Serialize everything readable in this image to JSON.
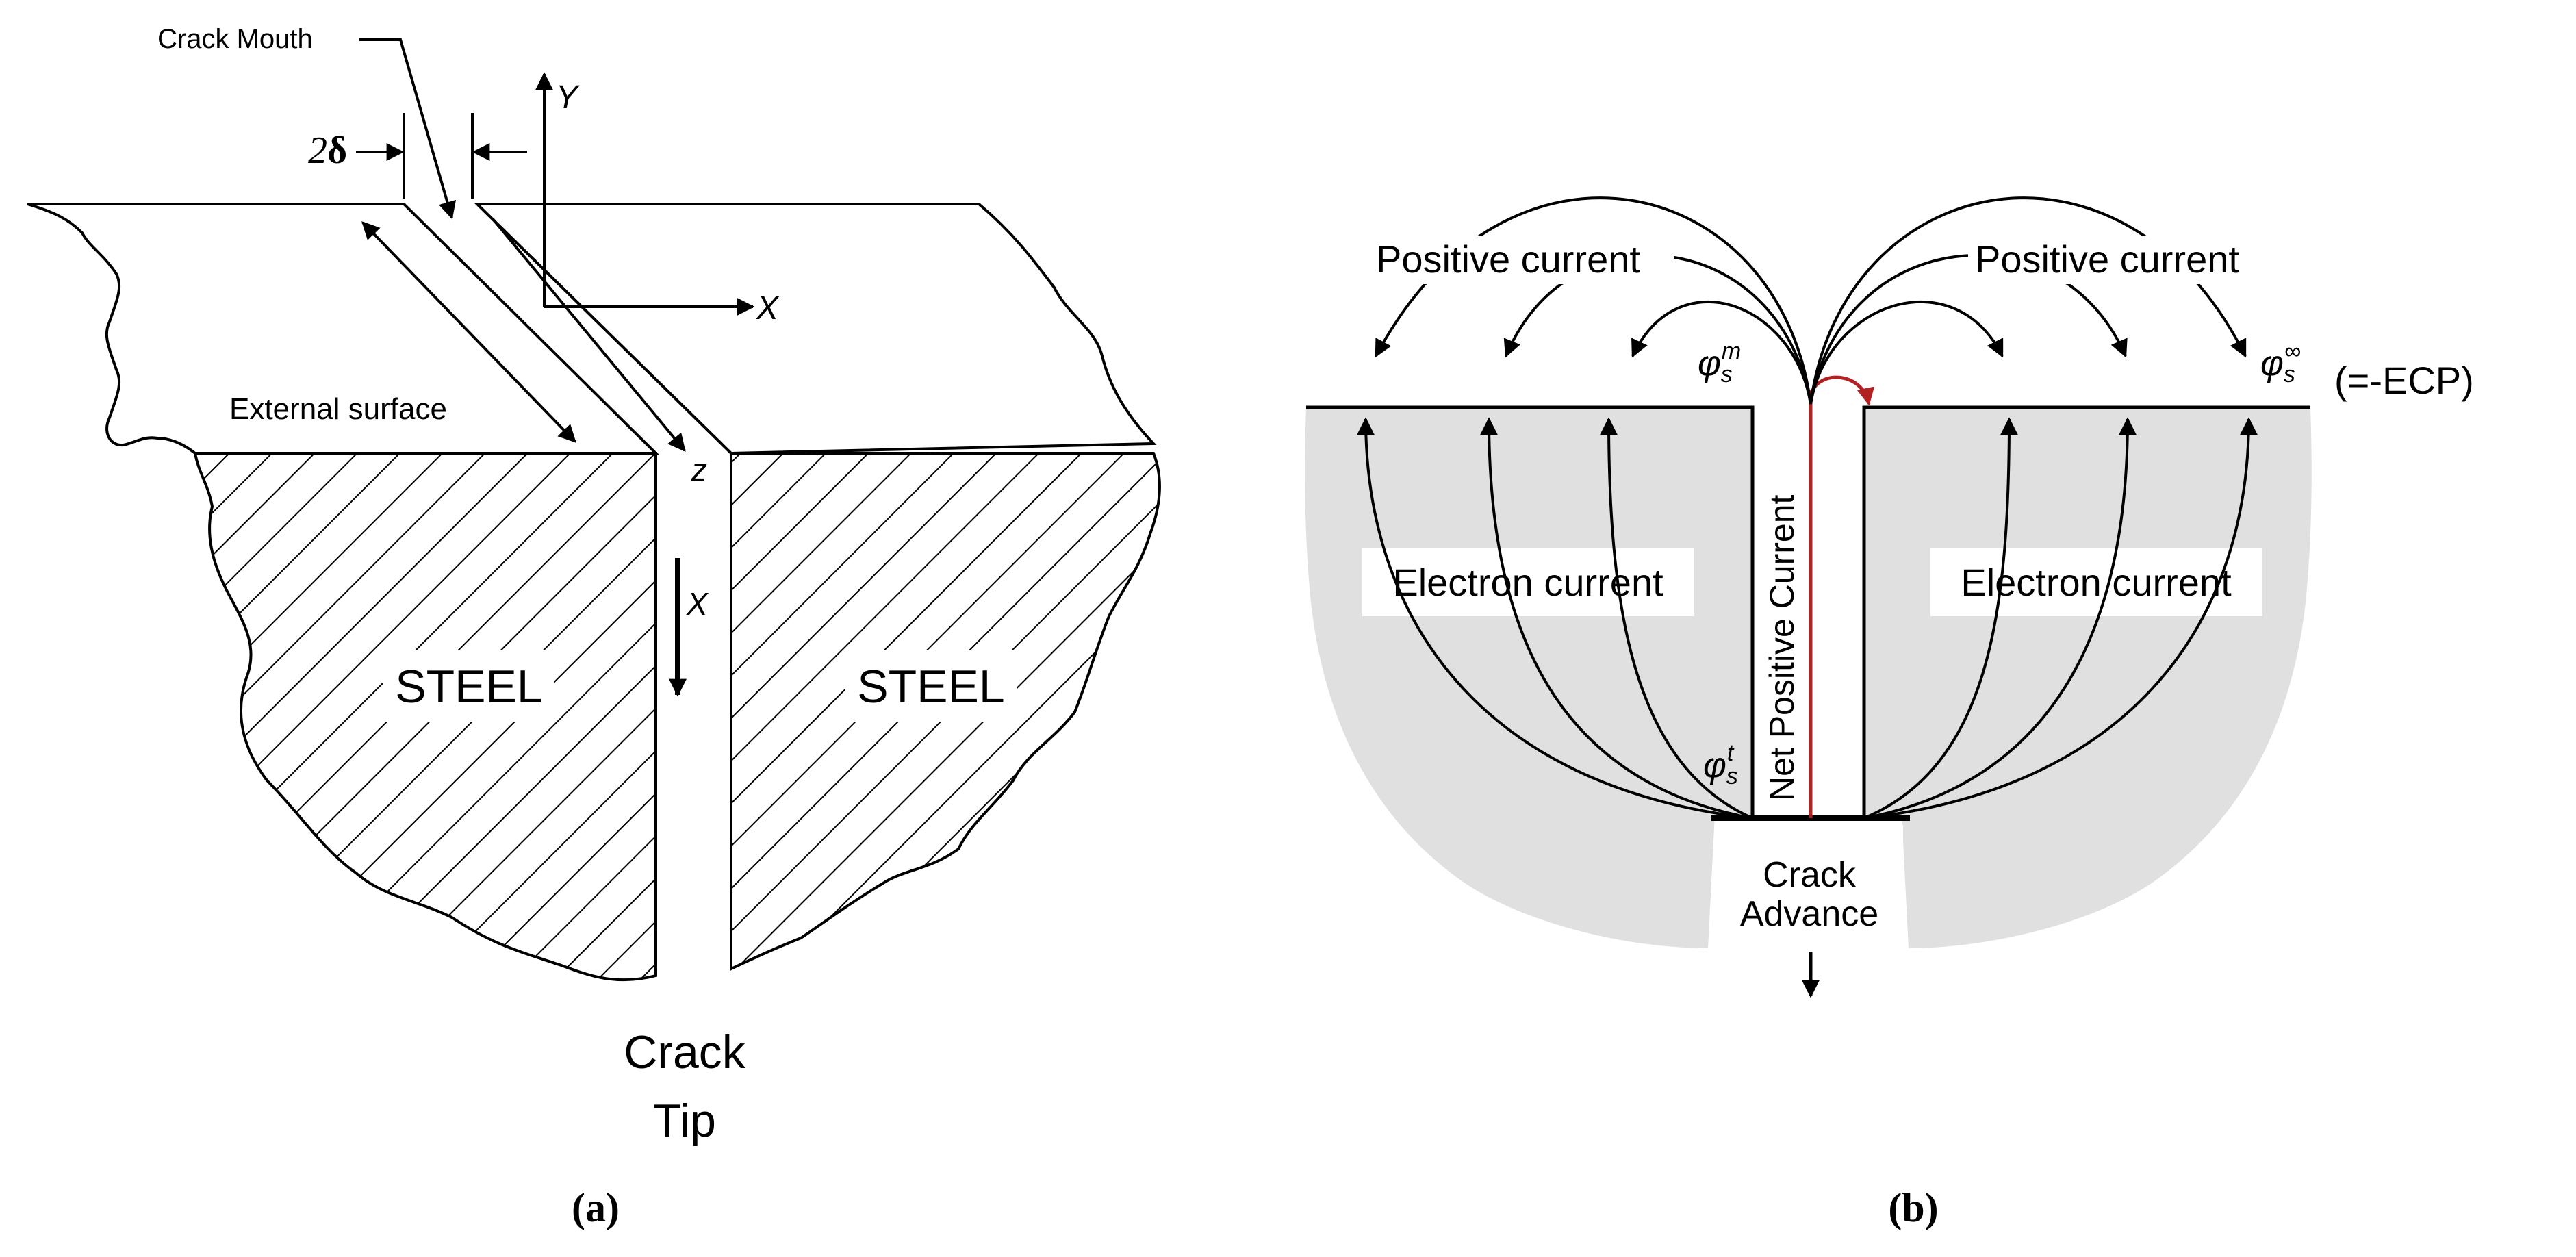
{
  "panel_a": {
    "crack_mouth_label": "Crack Mouth",
    "delta_prefix": "2",
    "delta_symbol": "δ",
    "axis_y": "Y",
    "axis_x_top": "X",
    "external_surface": "External surface",
    "axis_z": "z",
    "axis_x_depth": "X",
    "steel_left": "STEEL",
    "steel_right": "STEEL",
    "crack_tip_line1": "Crack",
    "crack_tip_line2": "Tip",
    "caption": "(a)"
  },
  "panel_b": {
    "positive_current_left": "Positive current",
    "positive_current_right": "Positive current",
    "phi_m_base": "φ",
    "phi_m_sub": "s",
    "phi_m_sup": "m",
    "phi_inf_base": "φ",
    "phi_inf_sub": "s",
    "phi_inf_sup": "∞",
    "ecp_label": "(=-ECP)",
    "electron_current_left": "Electron current",
    "electron_current_right": "Electron current",
    "net_positive_current": "Net Positive Current",
    "phi_t_base": "φ",
    "phi_t_sub": "s",
    "phi_t_sup": "t",
    "crack_advance_line1": "Crack",
    "crack_advance_line2": "Advance",
    "caption": "(b)"
  },
  "colors": {
    "background": "#ffffff",
    "ink": "#000000",
    "shading": "#e0e0e0",
    "crack_current": "#b22222"
  }
}
